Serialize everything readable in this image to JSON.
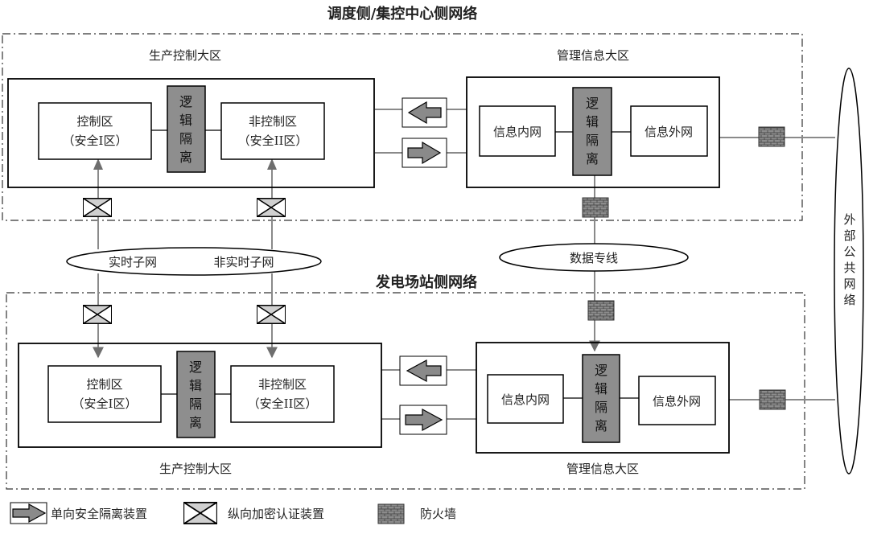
{
  "titles": {
    "dispatch_side": "调度侧/集控中心侧网络",
    "plant_side": "发电场站侧网络"
  },
  "top": {
    "production_zone": "生产控制大区",
    "management_zone": "管理信息大区",
    "control_area": {
      "name": "控制区",
      "sub": "（安全I区）"
    },
    "noncontrol_area": {
      "name": "非控制区",
      "sub": "（安全II区）"
    },
    "logical_isolation": [
      "逻",
      "辑",
      "隔",
      "离"
    ],
    "info_intranet": "信息内网",
    "info_extranet": "信息外网"
  },
  "bottom": {
    "production_zone": "生产控制大区",
    "management_zone": "管理信息大区",
    "control_area": {
      "name": "控制区",
      "sub": "（安全I区）"
    },
    "noncontrol_area": {
      "name": "非控制区",
      "sub": "（安全II区）"
    },
    "logical_isolation": [
      "逻",
      "辑",
      "隔",
      "离"
    ],
    "info_intranet": "信息内网",
    "info_extranet": "信息外网"
  },
  "middle": {
    "realtime_subnet": "实时子网",
    "nonrealtime_subnet": "非实时子网",
    "data_dedicated_line": "数据专线"
  },
  "external_network": [
    "外",
    "部",
    "公",
    "共",
    "网",
    "络"
  ],
  "legend": {
    "one_way_isolation": "单向安全隔离装置",
    "vertical_encryption": "纵向加密认证装置",
    "firewall": "防火墙"
  }
}
